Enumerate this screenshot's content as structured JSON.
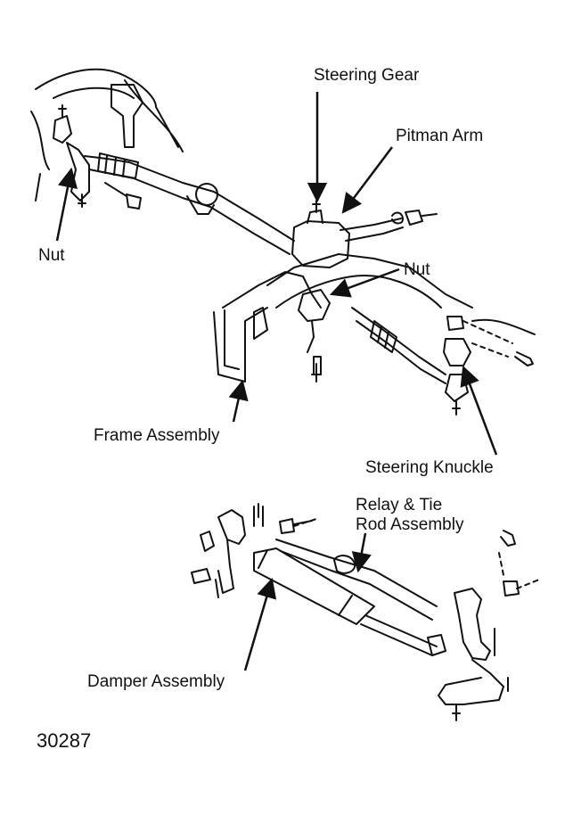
{
  "labels": {
    "steering_gear": "Steering Gear",
    "pitman_arm": "Pitman Arm",
    "nut_left": "Nut",
    "nut_center": "Nut",
    "frame_assembly": "Frame Assembly",
    "steering_knuckle": "Steering Knuckle",
    "relay_tie_rod_line1": "Relay & Tie",
    "relay_tie_rod_line2": "Rod Assembly",
    "damper_assembly": "Damper Assembly"
  },
  "figure_number": "30287",
  "colors": {
    "ink": "#111111",
    "paper": "#ffffff"
  }
}
